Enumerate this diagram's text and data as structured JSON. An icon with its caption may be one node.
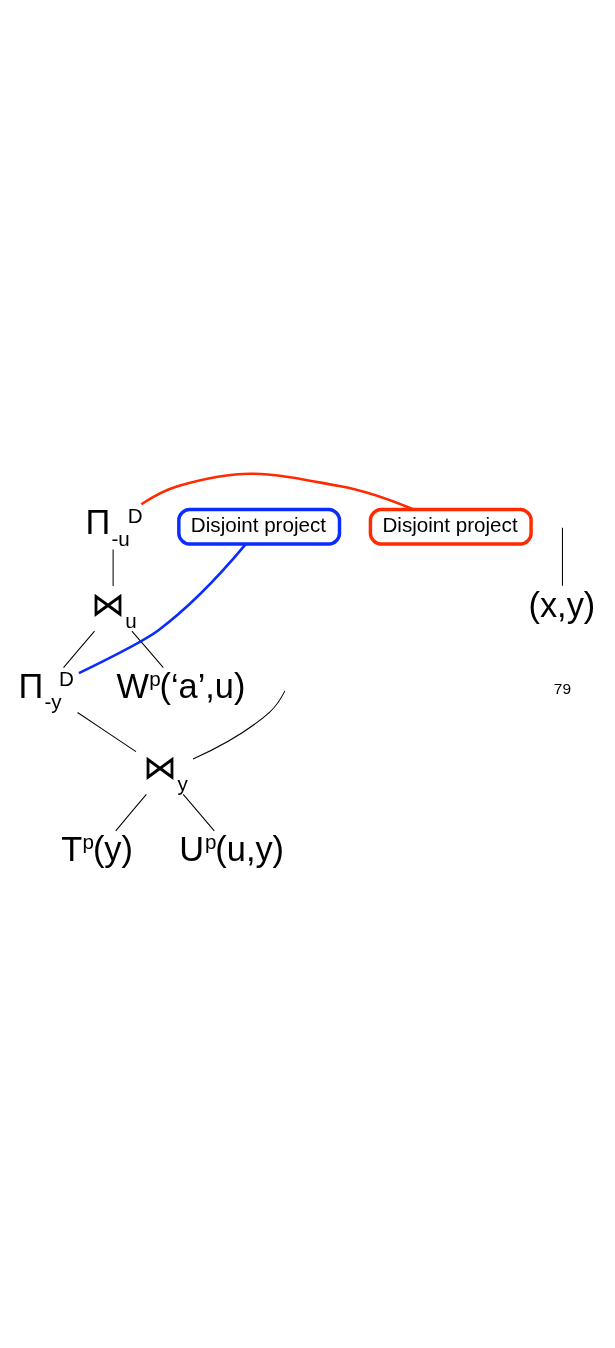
{
  "diagram": {
    "nodes": [
      {
        "text": [
          "Π$_{-u}$$^{D}$"
        ]
      },
      {
        "text": [
          "Disjoint project"
        ]
      },
      {
        "text": [
          "⋈$_{u}$"
        ]
      },
      {
        "text": [
          "Π$_{-y}$$^{D}$"
        ]
      },
      {
        "text": [
          "W$^{p}$(‘a’,u)"
        ]
      },
      {
        "text": [
          "Disjoint project"
        ]
      },
      {
        "text": [
          "⋈$_{y}$"
        ]
      },
      {
        "text": [
          "T$^{p}$(y)"
        ]
      },
      {
        "text": [
          "U$^{p}$(u,y)"
        ]
      },
      {
        "text": [
          "(x,y)"
        ]
      }
    ],
    "edges": [
      {
        "from": 0,
        "to": 2,
        "arrow": "none"
      },
      {
        "from": 1,
        "to": 0,
        "arrow": "none",
        "color": "#ff2a00"
      },
      {
        "from": 2,
        "to": 3,
        "arrow": "none"
      },
      {
        "from": 2,
        "to": 4,
        "arrow": "none"
      },
      {
        "from": 3,
        "to": 6,
        "arrow": "none"
      },
      {
        "from": 5,
        "to": 3,
        "arrow": "none",
        "color": "#0a2cff"
      },
      {
        "from": null,
        "to": 6,
        "arrow": "none"
      },
      {
        "from": 6,
        "to": 7,
        "arrow": "none"
      },
      {
        "from": 6,
        "to": 8,
        "arrow": "none"
      },
      {
        "from": null,
        "to": 9,
        "arrow": "none"
      }
    ],
    "labels": [
      "79"
    ]
  }
}
